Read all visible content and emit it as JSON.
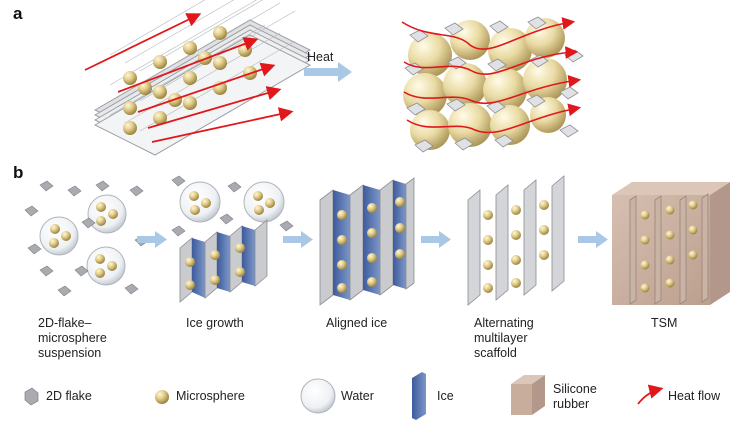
{
  "panel_a": {
    "label": "a",
    "arrow_label": "Heat"
  },
  "panel_b": {
    "label": "b",
    "steps": [
      {
        "label": "2D-flake–\nmicrosphere\nsuspension"
      },
      {
        "label": "Ice growth"
      },
      {
        "label": "Aligned ice"
      },
      {
        "label": "Alternating\nmultilayer\nscaffold"
      },
      {
        "label": "TSM"
      }
    ]
  },
  "legend": {
    "items": [
      {
        "label": "2D flake",
        "icon": "flake-icon"
      },
      {
        "label": "Microsphere",
        "icon": "microsphere-icon"
      },
      {
        "label": "Water",
        "icon": "water-droplet-icon"
      },
      {
        "label": "Ice",
        "icon": "ice-icon"
      },
      {
        "label": "Silicone\nrubber",
        "icon": "silicone-rubber-icon"
      },
      {
        "label": "Heat flow",
        "icon": "heat-flow-icon"
      }
    ]
  },
  "colors": {
    "arrow_blue": "#a9c8e6",
    "heat_red": "#e0181b",
    "flake_gray": "#a9abb0",
    "sphere_gold": "#d9c48a",
    "ice_blue": "#4a6aa8",
    "rubber_tan": "#c8ad9c"
  }
}
